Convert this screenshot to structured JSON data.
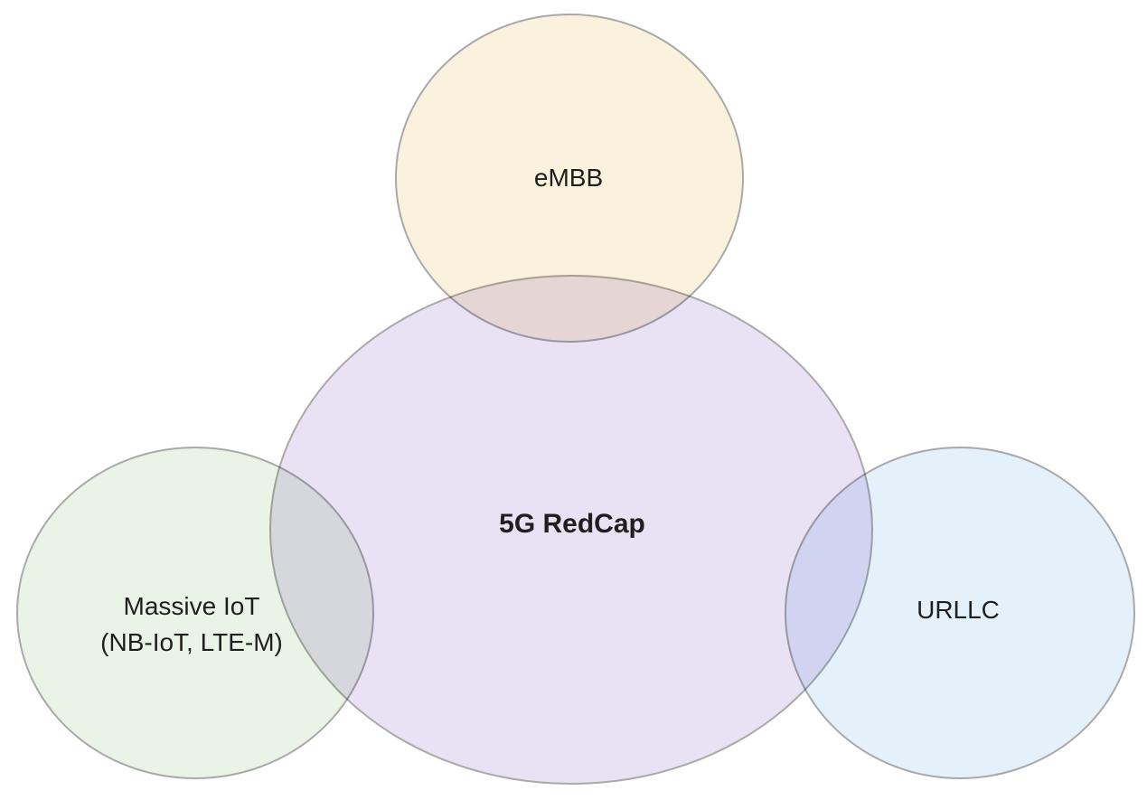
{
  "diagram": {
    "title_context": "5G RedCap positioning venn diagram",
    "background_color": "#ffffff",
    "outline_color": "#a9a9a9",
    "text_color": "#1f1f1f",
    "circles": [
      {
        "id": "embb",
        "label": "eMBB",
        "fill": "#FBF2DE",
        "position": "top",
        "overlaps_center": true
      },
      {
        "id": "redcap",
        "label": "5G RedCap",
        "fill": "#E9E1F4",
        "position": "center",
        "bold": true
      },
      {
        "id": "miot",
        "label_line1": "Massive IoT",
        "label_line2": "(NB-IoT, LTE-M)",
        "fill": "#EAF4E6",
        "position": "left",
        "overlaps_center": true
      },
      {
        "id": "urllc",
        "label": "URLLC",
        "fill": "#E4F1FB",
        "position": "right",
        "overlaps_center": true
      }
    ]
  }
}
